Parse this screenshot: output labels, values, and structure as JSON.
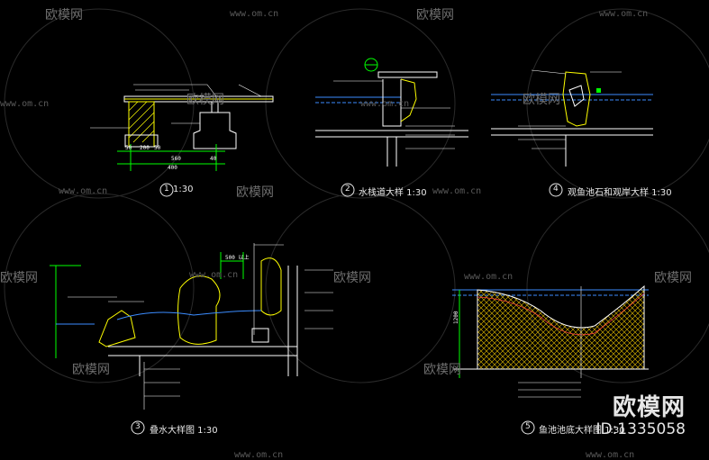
{
  "watermark": {
    "brand": "欧模网",
    "url": "www.om.cn"
  },
  "branding": {
    "name": "欧模网",
    "id_label": "ID:1335058"
  },
  "details": [
    {
      "number": "1",
      "title": "1:30"
    },
    {
      "number": "2",
      "title": "水栈道大样 1:30"
    },
    {
      "number": "4",
      "title": "观鱼池石和观岸大样 1:30"
    },
    {
      "number": "3",
      "title": "叠水大样图 1:30"
    },
    {
      "number": "5",
      "title": "鱼池池底大样图 1:30"
    }
  ],
  "dimensions": {
    "d1": [
      "50",
      "200",
      "50",
      "560",
      "400",
      "40"
    ],
    "d3": [
      "500 以上"
    ],
    "d5": [
      "1200"
    ]
  },
  "colors": {
    "background": "#000000",
    "line_white": "#ffffff",
    "line_yellow": "#ffff00",
    "line_green": "#00ff00",
    "water_blue": "#3b8cff",
    "hatch_yellow": "#e8c000"
  }
}
